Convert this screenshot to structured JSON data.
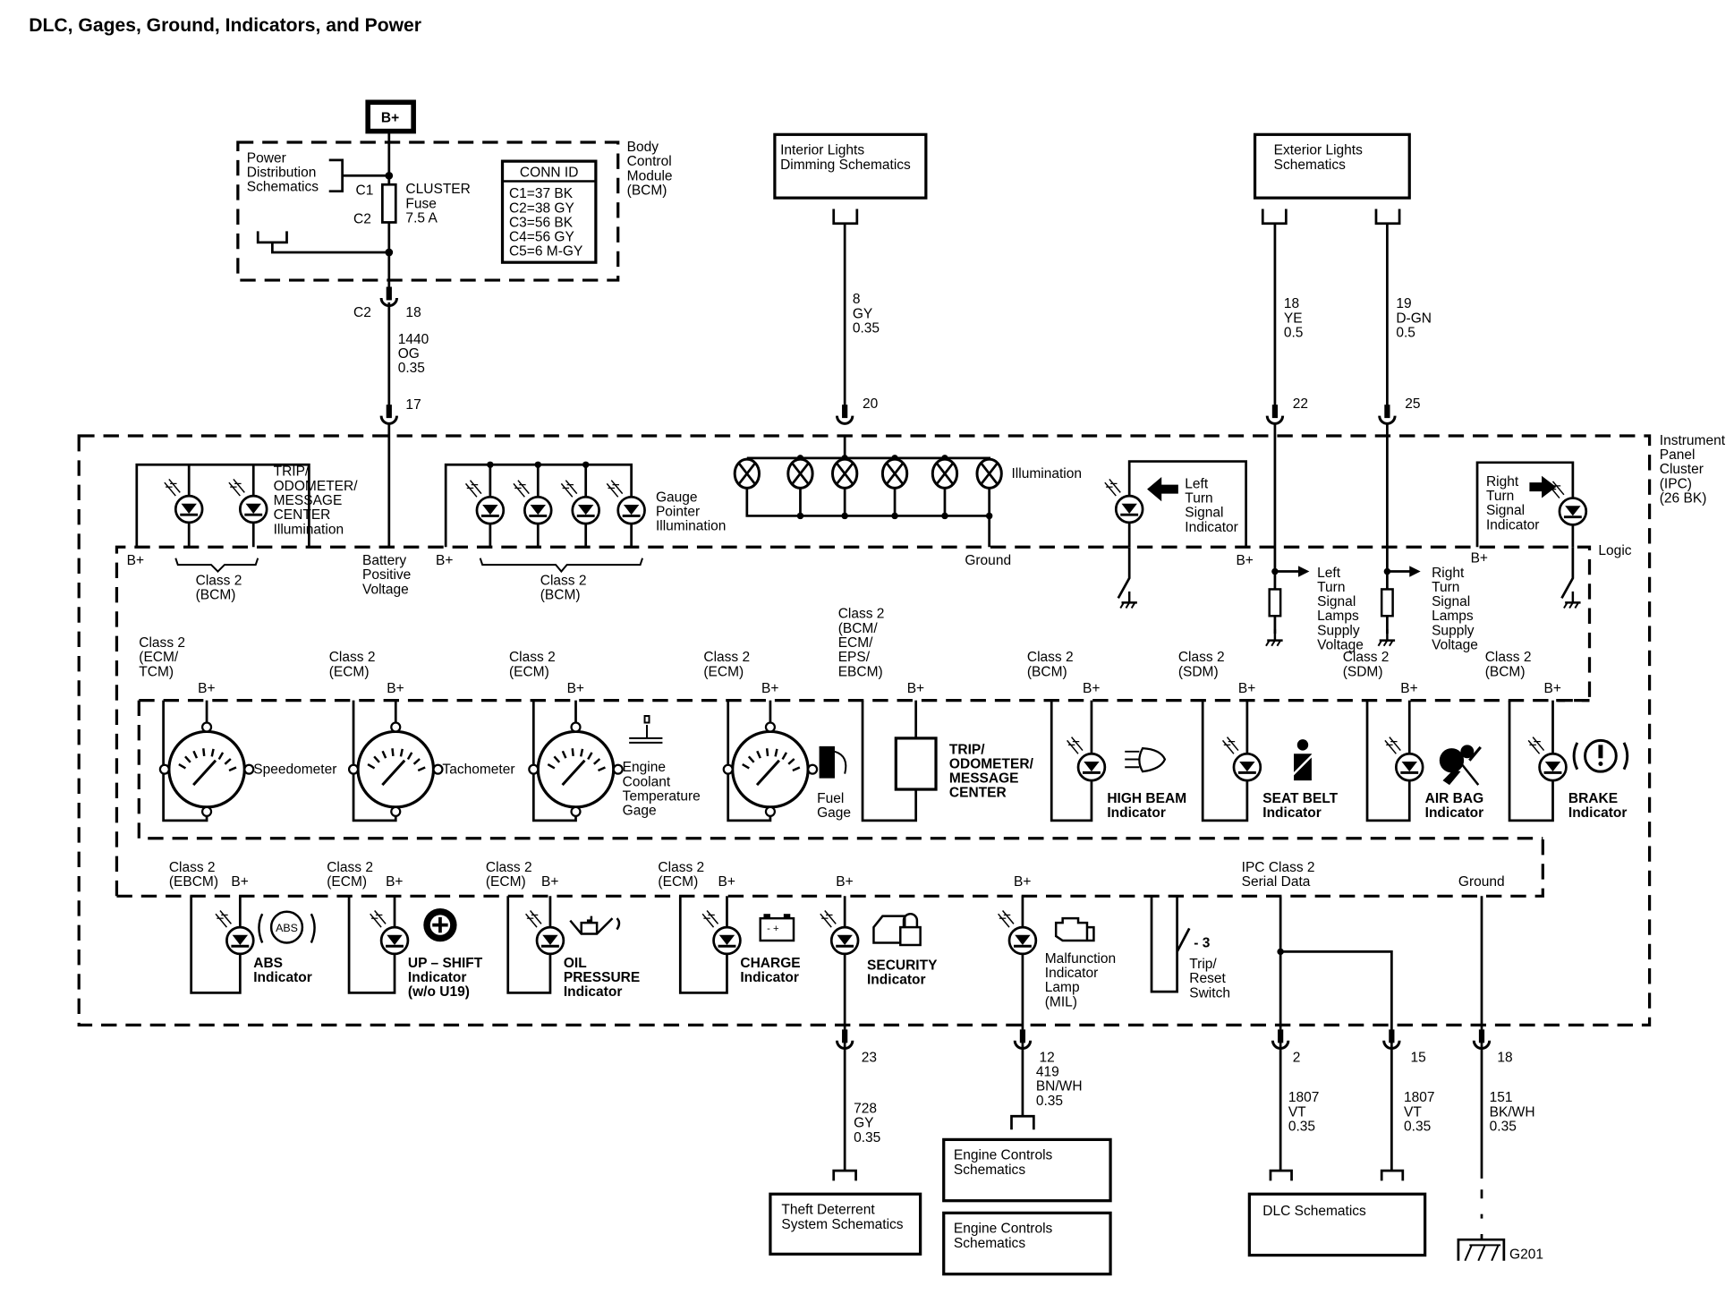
{
  "title": "DLC, Gages, Ground, Indicators, and Power",
  "bplus_source": "B+",
  "bcm": {
    "module_label": [
      "Body",
      "Control",
      "Module",
      "(BCM)"
    ],
    "power_dist": [
      "Power",
      "Distribution",
      "Schematics"
    ],
    "fuse_label": [
      "CLUSTER",
      "Fuse",
      "7.5 A"
    ],
    "fuse_c1": "C1",
    "fuse_c2": "C2",
    "conn_id_title": "CONN ID",
    "conn_ids": [
      "C1=37 BK",
      "C2=38 GY",
      "C3=56 BK",
      "C4=56 GY",
      "C5=6 M-GY"
    ],
    "out_conn": "C2",
    "out_pin": "18",
    "wire": [
      "1440",
      "OG",
      "0.35"
    ],
    "ipc_pin": "17"
  },
  "top_refs": [
    {
      "id": "interior",
      "label": [
        "Interior Lights",
        "Dimming Schematics"
      ],
      "wire": [
        "8",
        "GY",
        "0.35"
      ],
      "pin": "20"
    },
    {
      "id": "exterior",
      "label": [
        "Exterior Lights",
        "Schematics"
      ]
    },
    {
      "id": "ext-left",
      "wire": [
        "18",
        "YE",
        "0.5"
      ],
      "pin": "22"
    },
    {
      "id": "ext-right",
      "wire": [
        "19",
        "D-GN",
        "0.5"
      ],
      "pin": "25"
    }
  ],
  "ipc": {
    "label": [
      "Instrument",
      "Panel",
      "Cluster",
      "(IPC)",
      "(26 BK)"
    ],
    "logic_label": "Logic",
    "trip_illum": [
      "TRIP/",
      "ODOMETER/",
      "MESSAGE",
      "CENTER",
      "Illumination"
    ],
    "gauge_illum": [
      "Gauge",
      "Pointer",
      "Illumination"
    ],
    "illumination": "Illumination",
    "ground": "Ground",
    "battery_positive": [
      "Battery",
      "Positive",
      "Voltage"
    ],
    "class2_bcm": [
      "Class 2",
      "(BCM)"
    ],
    "bplus": "B+",
    "left_turn": [
      "Left",
      "Turn",
      "Signal",
      "Indicator"
    ],
    "right_turn": [
      "Right",
      "Turn",
      "Signal",
      "Indicator"
    ],
    "left_supply": [
      "Left",
      "Turn",
      "Signal",
      "Lamps",
      "Supply",
      "Voltage"
    ],
    "right_supply": [
      "Right",
      "Turn",
      "Signal",
      "Lamps",
      "Supply",
      "Voltage"
    ]
  },
  "gauges": [
    {
      "class2": [
        "Class 2",
        "(ECM/",
        "TCM)"
      ],
      "label": [
        "Speedometer"
      ]
    },
    {
      "class2": [
        "Class 2",
        "(ECM)"
      ],
      "label": [
        "Tachometer"
      ]
    },
    {
      "class2": [
        "Class 2",
        "(ECM)"
      ],
      "label": [
        "Engine",
        "Coolant",
        "Temperature",
        "Gage"
      ]
    },
    {
      "class2": [
        "Class 2",
        "(ECM)"
      ],
      "label": [
        "Fuel",
        "Gage"
      ]
    },
    {
      "class2": [
        "Class 2",
        "(BCM/",
        "ECM/",
        "EPS/",
        "EBCM)"
      ],
      "label": [
        "TRIP/",
        "ODOMETER/",
        "MESSAGE",
        "CENTER"
      ]
    },
    {
      "class2": [
        "Class 2",
        "(BCM)"
      ],
      "label": [
        "HIGH BEAM",
        "Indicator"
      ]
    },
    {
      "class2": [
        "Class 2",
        "(SDM)"
      ],
      "label": [
        "SEAT BELT",
        "Indicator"
      ]
    },
    {
      "class2": [
        "Class 2",
        "(SDM)"
      ],
      "label": [
        "AIR BAG",
        "Indicator"
      ]
    },
    {
      "class2": [
        "Class 2",
        "(BCM)"
      ],
      "label": [
        "BRAKE",
        "Indicator"
      ]
    }
  ],
  "bottom_indicators": [
    {
      "class2": [
        "Class 2",
        "(EBCM)"
      ],
      "label": [
        "ABS",
        "Indicator"
      ],
      "icon_text": "ABS"
    },
    {
      "class2": [
        "Class 2",
        "(ECM)"
      ],
      "label": [
        "UP – SHIFT",
        "Indicator",
        "(w/o U19)"
      ]
    },
    {
      "class2": [
        "Class 2",
        "(ECM)"
      ],
      "label": [
        "OIL",
        "PRESSURE",
        "Indicator"
      ]
    },
    {
      "class2": [
        "Class 2",
        "(ECM)"
      ],
      "label": [
        "CHARGE",
        "Indicator"
      ]
    },
    {
      "class2": [],
      "label": [
        "SECURITY",
        "Indicator"
      ]
    },
    {
      "class2": [],
      "label": [
        "Malfunction",
        "Indicator",
        "Lamp",
        "(MIL)"
      ]
    }
  ],
  "trip_reset": [
    "Trip/",
    "Reset",
    "Switch"
  ],
  "serial_data": [
    "IPC Class 2",
    "Serial Data"
  ],
  "bottom_wires": [
    {
      "pin": "23",
      "wire": [
        "728",
        "GY",
        "0.35"
      ]
    },
    {
      "pin": "12",
      "wire": [
        "419",
        "BN/WH",
        "0.35"
      ]
    },
    {
      "pin": "2",
      "wire": [
        "1807",
        "VT",
        "0.35"
      ]
    },
    {
      "pin": "15",
      "wire": [
        "1807",
        "VT",
        "0.35"
      ]
    },
    {
      "pin": "18",
      "wire": [
        "151",
        "BK/WH",
        "0.35"
      ]
    }
  ],
  "bottom_refs": {
    "theft": [
      "Theft Deterrent",
      "System Schematics"
    ],
    "engine1": [
      "Engine Controls",
      "Schematics"
    ],
    "engine2": [
      "Engine Controls",
      "Schematics"
    ],
    "dlc": [
      "DLC Schematics"
    ],
    "ground_id": "G201"
  }
}
